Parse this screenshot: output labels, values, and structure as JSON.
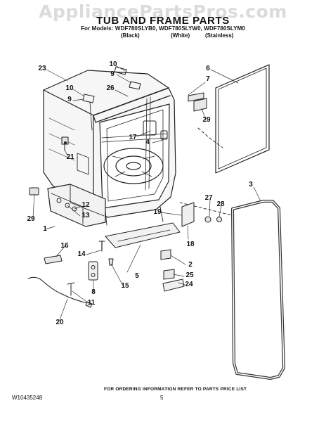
{
  "watermark": "AppliancePartsPros.com",
  "header": {
    "title": "TUB AND FRAME PARTS",
    "models": "For Models: WDF780SLYB0, WDF780SLYW0, WDF780SLYM0",
    "variants": [
      "(Black)",
      "(White)",
      "(Stainless)"
    ]
  },
  "callouts": [
    "1",
    "2",
    "3",
    "4",
    "5",
    "6",
    "7",
    "8",
    "9",
    "9",
    "10",
    "10",
    "11",
    "12",
    "13",
    "14",
    "15",
    "16",
    "17",
    "18",
    "19",
    "20",
    "21",
    "23",
    "24",
    "25",
    "26",
    "27",
    "28",
    "29",
    "29"
  ],
  "footer": {
    "note": "FOR ORDERING INFORMATION REFER TO PARTS PRICE LIST",
    "doc_number": "W10435248",
    "page_number": "5"
  }
}
